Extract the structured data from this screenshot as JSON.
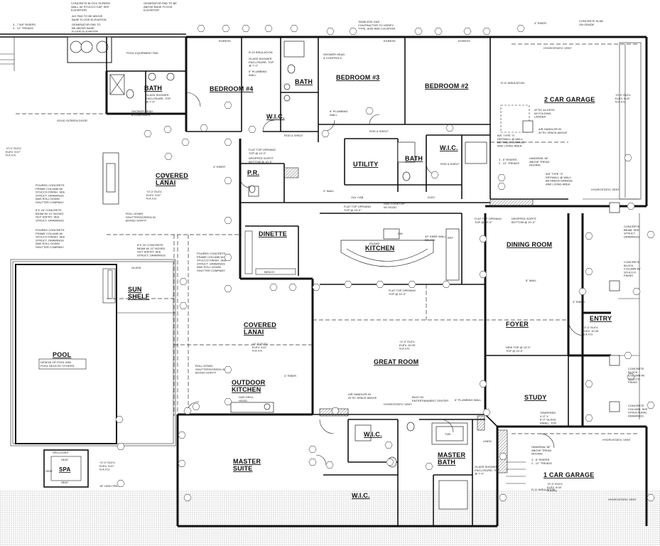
{
  "rooms": {
    "bedroom4": "BEDROOM #4",
    "bedroom3": "BEDROOM #3",
    "bedroom2": "BEDROOM #2",
    "garage2": "2 CAR GARAGE",
    "bath_top_left": "BATH",
    "bath_center": "BATH",
    "bath_right": "BATH",
    "wic_a": "W.I.C.",
    "wic_b": "W.I.C.",
    "wic_master_closet": "W.I.C.",
    "wic_master": "W.I.C.",
    "utility": "UTILITY",
    "pr": "P.R.",
    "covered_lanai_top": "COVERED\nLANAI",
    "dinette": "DINETTE",
    "kitchen": "KITCHEN",
    "dining_room": "DINING ROOM",
    "sun_shelf": "SUN\nSHELF",
    "covered_lanai_mid": "COVERED\nLANAI",
    "foyer": "FOYER",
    "entry": "ENTRY",
    "pool": "POOL",
    "great_room": "GREAT ROOM",
    "outdoor_kitchen": "OUTDOOR\nKITCHEN",
    "study": "STUDY",
    "spa": "SPA",
    "master_suite": "MASTER\nSUITE",
    "master_bath": "MASTER\nBATH",
    "garage1": "1 CAR GARAGE"
  },
  "notes": {
    "concrete_block_wall": "CONCRETE BLOCK SCREEN\nWALL W/ STUCCO CAP, SEE\nELEVATION",
    "ac_pad": "A/C PAD TO BE ABOVE\nBASE FLOOD ELEVATION",
    "generator_pad": "GENERATOR PAD TO\nBE ABOVE BASE\nFLOOD ELEVATION",
    "generator_pad_2": "GENERATOR PAD TO BE\nABOVE BASE FLOOD\nELEVATION",
    "tankless": "TANKLESS GAS\nCONTRACTOR TO VERIFY\nTYPE, SIZE AND LOCATION",
    "concrete_slab": "CONCRETE SLAB\nON GRADE",
    "risers_top": "3 - 7 5/8\" RISERS\n3 - 12\" TREADS",
    "pool_equipment": "POOL EQUIPMENT PAD",
    "shower_head_1": "SHOWER HEAD\n& CONTROLS",
    "glass_shower_1": "GLASS SHOWER\nENCLOSURE, TOP\n@ 7'-0\"",
    "glass_shower_2": "GLASS SHOWER\nENCLOSURE, TOP\n@ 7'-0\"",
    "r19": "R-19 INSULATION",
    "plumbing_wall_1": "6\" PLUMBING\nWALL",
    "shower_head_2": "SHOWER HEAD\n& CONTROLS",
    "rod_shelf_1": "ROD & SHELF",
    "rod_shelf_2": "ROD & SHELF",
    "rod_shelf_3": "ROD & SHELF",
    "plumbing_wall_2": "6\" PLUMBING\nWALL",
    "flat_top_1": "FLAT TOP OPENING\nTOP @ 10'-0\"",
    "dropped_soffit_1": "DROPPED SOFFIT\nBOTTOM @ 10'-0\"",
    "attic_access": "ATTIC ACCESS\nW/ FOLDING\nLADDER",
    "air_handler_1": "AIR HANDLER IN\nATTIC SPACE ABOVE",
    "drywall_1": "5/8\" TYPE \"X\"\nDRYWALL @ WALL\nBETWEEN GARAGE\nAND LIVING AREA",
    "r11_1": "R-11 INSULATION",
    "risers_1": "3 - 6\" RISERS\n2 - 12\" TREADS",
    "handrail_1": "HANDRAIL 36\"\nABOVE TREAD\nNOSING",
    "drywall_2": "5/8\" TYPE \"X\"\nDRYWALL @ WALL\nBETWEEN GARAGE\nAND LIVING AREA",
    "hydrostatic_1": "HYDROSTATIC VENT",
    "hydrostatic_2": "HYDROSTATIC VENT",
    "hydrostatic_3": "HYDROSTATIC VENT",
    "elev_1": "+2'-0\" ELEV.\nELEV. 9.67'\nN.A.V.D.",
    "elev_garage": "+0'-0\" ELEV.\nELEV. 8.00'\nN.A.V.D.",
    "elev_left": "+0'-0\" ELEV.\nELEV. 9.67'\nN.A.V.D.",
    "poured_concrete_1": "POURED CONCRETE\nFRAME COLUMN W/\nSTUCCO FINISH. SEE\nSTRUCT. DRAWINGS\nAND ROLL DOWN\nSHUTTER COMPANY",
    "beam_1": "8\"X 16\" CONCRETE\nBEAM W/ 12\" BOXED\nOUT SOFFIT, SEE\nSTRUCT. DRAWINGS",
    "poured_concrete_2": "POURED CONCRETE\nFRAME COLUMN W/\nSTUCCO FINISH. SEE\nSTRUCT. DRAWINGS\nAND ROLL DOWN\nSHUTTER COMPANY",
    "roll_down_1": "ROLL DOWN\nSHUTTER/SCREEN IN\nBOXED SOFFIT",
    "beam_2": "8\"X 16\" CONCRETE\nBEAM W/ 12\" BOXED\nOUT SOFFIT, SEE\nSTRUCT. DRAWINGS",
    "poured_concrete_3": "POURED CONCRETE\nFRAME COLUMN W/\nSTUCCO FINISH. SEE\nSTRUCT. DRAWINGS\nAND ROLL DOWN\nSHUTTER COMPANY",
    "elev_dinette": "+2'-0\" ELEV.\nELEV. 9.67'\nN.A.V.D.",
    "gas_cooktop": "GAS COOKTOP\nW/ HOOD",
    "flat_top_2": "FLAT TOP OPENING\nTOP @ 10'-0\"",
    "flat_top_3": "FLAT TOP OPENING\nTOP @ 10'-0\"",
    "dropped_soffit_2": "DROPPED SOFFIT\nBOTTOM @ 10'-0\"",
    "knee_wall": "42\" KNEE WALL\nBELOW",
    "island": "ISLAND",
    "concrete_beam_right": "CONCRETE\nBEAM, SEE\nSTRUCT.\nDRAWINGS",
    "concrete_column_right": "CONCRETE\nBLOCK\nCOLUMN W/\nSTUCCO\nFINISH",
    "flat_top_4": "FLAT TOP OPENING\nTOP @ 10'-0\"",
    "elev_entry": "+0'-0\" ELEV.\nELEV. 10.00'\nN.A.V.D.",
    "elev_great_room": "+2'-0\" ELEV.\nELEV. 10.00'\nN.A.V.D.",
    "flat_top_5": "NEW TOP @ 10'-0\"\nTOP @ 10'-0\"",
    "elev_lanai": "+2'-0\" ELEV.\nELEV. 9.67'\nN.A.V.D.",
    "roll_down_2": "ROLL DOWN\nSHUTTER/SCREEN IN\nBOXED SOFFIT",
    "gas_grill": "GAS GRILL\nHOOD",
    "air_handler_2": "AIR HANDLER IN\nATTIC SPACE ABOVE",
    "built_in": "BUILT-IN\nENTERTAINMENT CENTER",
    "plumbing_wall_3": "6\" PLUMBING WALL",
    "concrete_column_2": "CONCRETE\nBLOCK\nCOLUMN W/\nSTUCCO\nFINISH",
    "concrete_column_3": "CONCRETE\nCOLUMN, SEE\nSTRUCTURAL\nDRAWINGS",
    "tempered": "TEMPERED\n4'-0\" X\n6'-0\" GLASS\nPANEL, TOP\n@ 7'-0\"",
    "pool_design": "DESIGN OF POOL AND\nPOOL DECK BY OTHERS.",
    "spillover": "SPILLOVER",
    "elev_spa": "+2'-0\" ELEV.\nELEV. 9.67'\nN.A.V.D.",
    "spa_deep": "18\" HIGH SPA",
    "glass_shower_3": "GLASS SHOWER\nENCLOSURE, TOP\n@ 7'-0\"",
    "handrail_2": "HANDRAIL 36\"\nABOVE TREAD\nNOSING",
    "risers_2": "3 - 6\" RISERS\n2 - 12\" TREADS",
    "r11_2": "R-11 INSULATION",
    "elev_garage1": "+0'-0\" ELEV.\nELEV. 8.00'\nN.A.V.D.",
    "hydrostatic_4": "HYDROSTATIC VENT",
    "hydrostatic_5": "HYDROSTATIC VENT",
    "screen_door": "SOLID SCREEN DOOR",
    "riser_1": "4\" RISER",
    "riser_2": "4\" RISER",
    "riser_3": "4\" RISER",
    "riser_4": "4\" RISER",
    "egress_1": "EGRESS",
    "egress_2": "EGRESS",
    "egress_3": "EGRESS",
    "tub": "TUB",
    "linen": "LINEN",
    "ref": "REF",
    "dw": "DW",
    "seat_1": "SEAT",
    "seat_2": "SEAT",
    "seat_3": "SEAT",
    "bench": "BENCH",
    "wall_4": "4\" WALL",
    "wall_8": "8\" WALL",
    "hot_water": "ELEC",
    "pantry": "O/A. CAB.",
    "glass_wall": "GLASS"
  }
}
